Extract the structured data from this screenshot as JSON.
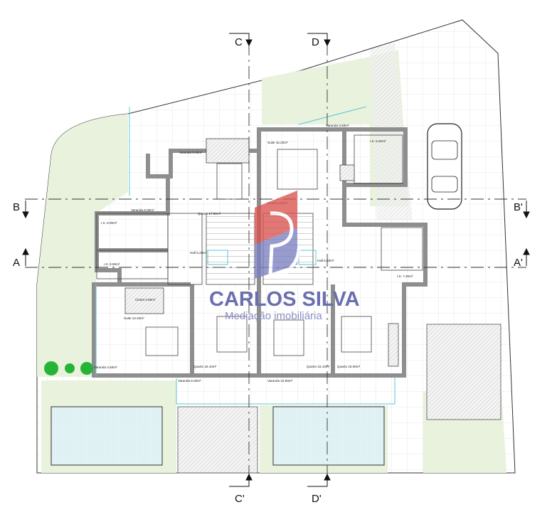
{
  "section_markers": {
    "top": [
      "C",
      "D"
    ],
    "bottom": [
      "C'",
      "D'"
    ],
    "left": [
      "B",
      "A"
    ],
    "right": [
      "B'",
      "A'"
    ]
  },
  "rooms": {
    "suite_1": "Suite 15.20m²",
    "varanda_top_right": "Varanda 3.60m²",
    "is_top_right": "I.S. 5.60m²",
    "varanda_top_left": "Varanda 5.60m²",
    "closet_top": "Closet 3.60m²",
    "varanda_left": "Varanda 6.90m²",
    "quarto_top": "Quarto 17.50m²",
    "is_left_1": "I.S. 6.00m²",
    "is_left_2": "I.S. 6.50m²",
    "hall_left": "Hall 6.20m²",
    "hall_right": "Hall 6.80m²",
    "is_right": "I.S. 7.20m²",
    "closet_left": "Closet 3.60m²",
    "suite_2": "Suite 13.20m²",
    "varanda_bottom_left": "Varanda 4.60m²",
    "quarto_1": "Quarto 15.10m²",
    "quarto_2": "Quarto 15.10m²",
    "quarto_3": "Quarto 15.00m²",
    "varanda_bottom_1": "Varanda 6.60m²",
    "varanda_bottom_2": "Varanda 10.60m²"
  },
  "watermark": {
    "name": "CARLOS SILVA",
    "tagline": "Mediação imobiliária"
  },
  "colors": {
    "garden": "#e8f2dc",
    "wall": "#8e8e8e",
    "line": "#555555",
    "pool": "#dff0f3",
    "logo_red": "#d9534f",
    "logo_blue": "#6a6fae"
  }
}
